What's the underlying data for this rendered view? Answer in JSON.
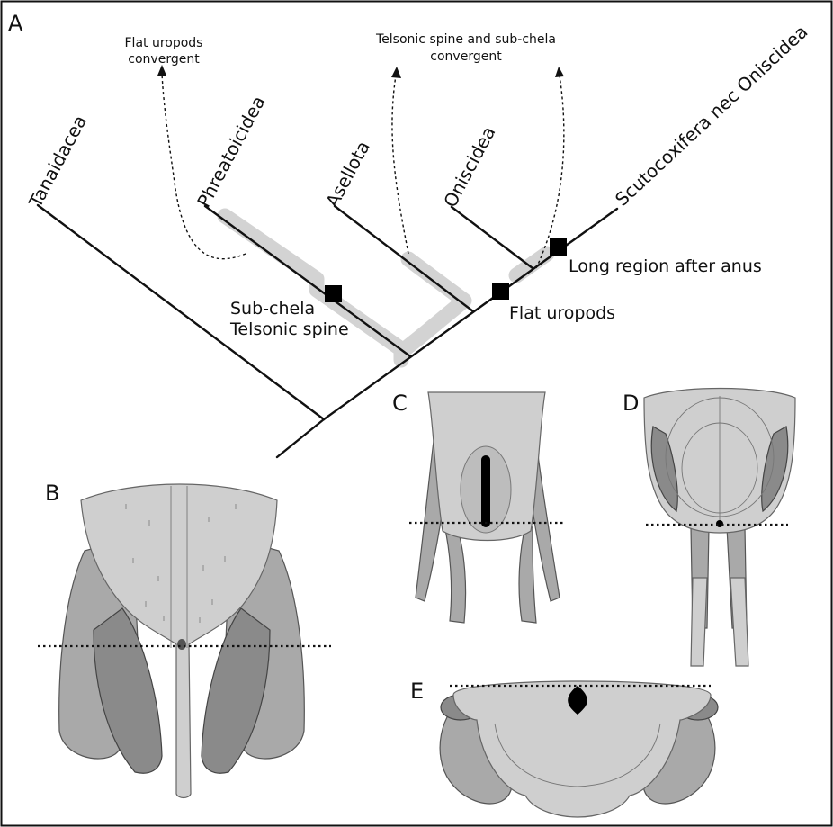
{
  "panels": {
    "a": "A",
    "b": "B",
    "c": "C",
    "d": "D",
    "e": "E"
  },
  "taxa": {
    "tanaidacea": "Tanaidacea",
    "phreatoicidea": "Phreatoicidea",
    "asellota": "Asellota",
    "oniscidea": "Oniscidea",
    "scutocoxifera": "Scutocoxifera nec Oniscidea"
  },
  "notes": {
    "flat_uropods_line1": "Flat uropods",
    "flat_uropods_line2": "convergent",
    "telsonic_line1": "Telsonic spine and sub-chela",
    "telsonic_line2": "convergent"
  },
  "characters": {
    "subchela": "Sub-chela",
    "telsonic_spine": "Telsonic spine",
    "flat_uropods": "Flat uropods",
    "long_region": "Long region after anus"
  },
  "colors": {
    "highlight": "#d3d3d3",
    "tissue_light": "#cfcfcf",
    "tissue_mid": "#a9a9a9",
    "tissue_dark": "#8a8a8a"
  }
}
